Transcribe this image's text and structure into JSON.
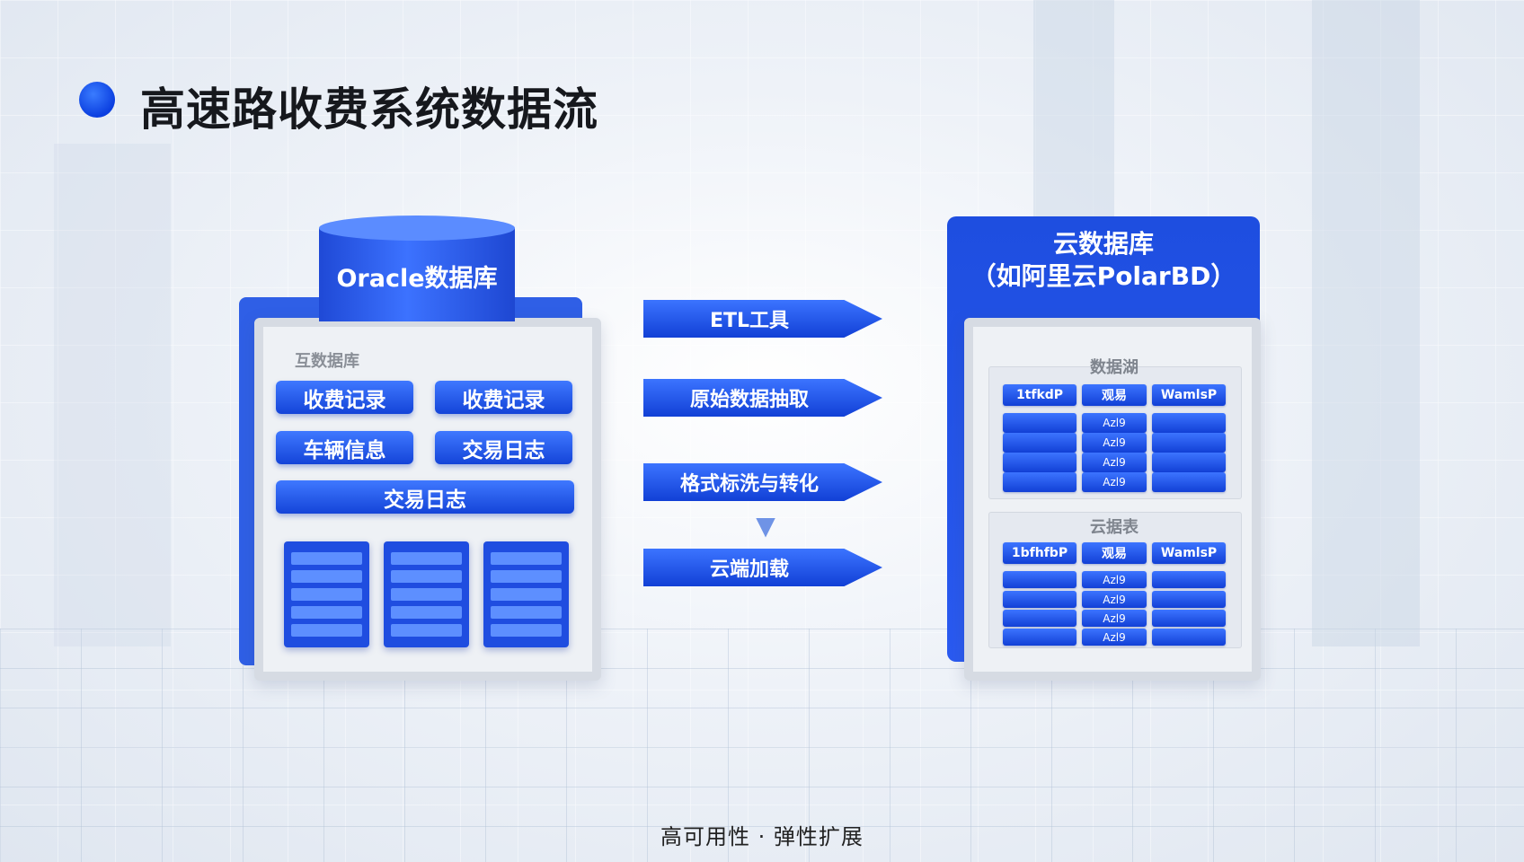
{
  "title": "高速路收费系统数据流",
  "source": {
    "db_name": "Oracle数据库",
    "subtitle": "互数据库",
    "pills": [
      "收费记录",
      "收费记录",
      "车辆信息",
      "交易日志",
      "交易日志"
    ]
  },
  "steps": [
    "ETL工具",
    "原始数据抽取",
    "格式标洗与转化",
    "云端加载"
  ],
  "target": {
    "title_line1": "云数据库",
    "title_line2": "（如阿里云PolarBD）",
    "table1": {
      "label": "数据湖",
      "headers": [
        "1tfkdP",
        "观易",
        "WamlsP"
      ],
      "rows": [
        "Azl9",
        "Azl9",
        "Azl9",
        "Azl9"
      ]
    },
    "table2": {
      "label": "云据表",
      "headers": [
        "1bfhfbP",
        "观易",
        "WamlsP"
      ],
      "rows": [
        "Azl9",
        "Azl9",
        "Azl9",
        "Azl9"
      ]
    }
  },
  "footer": "高可用性 · 弹性扩展"
}
